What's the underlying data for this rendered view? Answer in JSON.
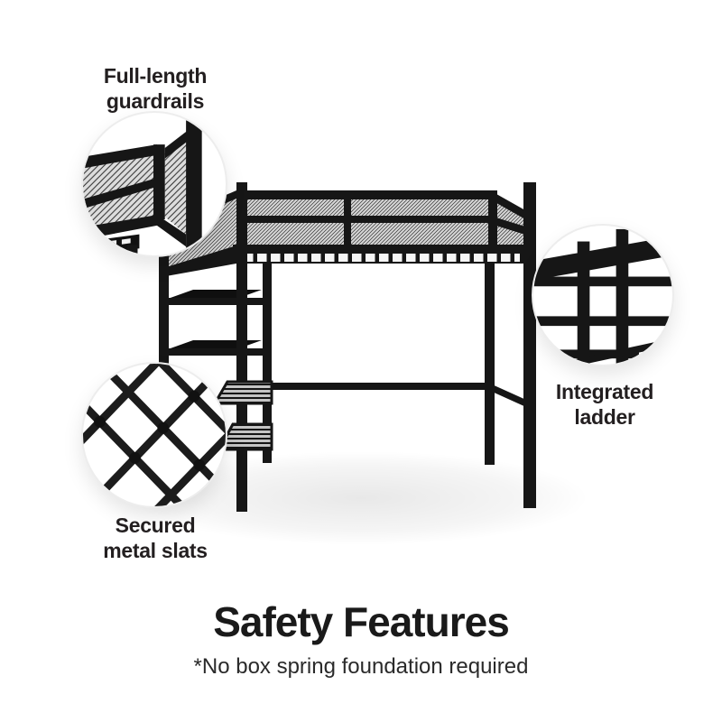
{
  "title": {
    "text": "Safety Features",
    "footnote": "*No box spring foundation required"
  },
  "callouts": [
    {
      "id": "guardrails",
      "line1": "Full-length",
      "line2": "guardrails",
      "detail_icon": "mesh-guardrail-corner-detail"
    },
    {
      "id": "ladder",
      "line1": "Integrated",
      "line2": "ladder",
      "detail_icon": "ladder-rungs-detail"
    },
    {
      "id": "slats",
      "line1": "Secured",
      "line2": "metal slats",
      "detail_icon": "criss-cross-slats-detail"
    }
  ],
  "illustration": {
    "subject_icon": "black-metal-loft-bed-with-mesh-guardrails-ladder-and-shelves"
  },
  "colors": {
    "frame": "#161616",
    "mesh_gray": "#d6d6d6",
    "text": "#231f20",
    "background": "#ffffff",
    "circle_border": "#ededed"
  }
}
